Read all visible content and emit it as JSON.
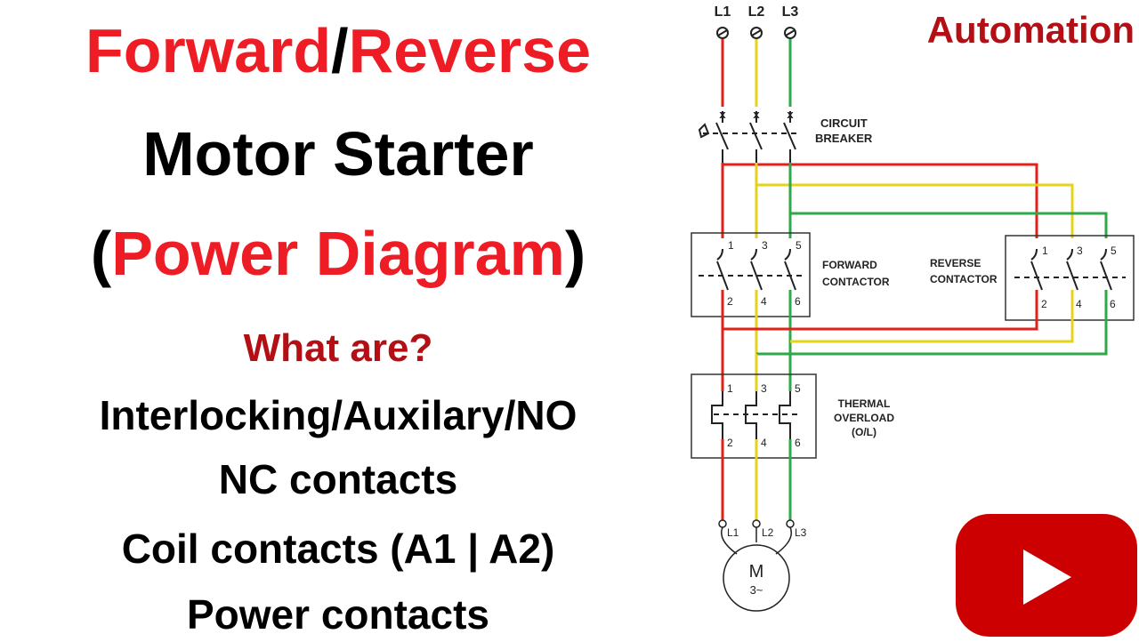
{
  "title": {
    "word_forward": "Forward",
    "slash": "/",
    "word_reverse": "Reverse",
    "line2": "Motor Starter",
    "paren_open": "(",
    "power_diagram": "Power Diagram",
    "paren_close": ")"
  },
  "subtitle": {
    "question": "What are?",
    "line1": "Interlocking/Auxilary/NO",
    "line2": "NC contacts",
    "line3": "Coil contacts (A1 | A2)",
    "line4": "Power contacts"
  },
  "brand": "Automation",
  "diagram": {
    "phases": [
      "L1",
      "L2",
      "L3"
    ],
    "circuit_breaker": [
      "CIRCUIT",
      "BREAKER"
    ],
    "forward_contactor": [
      "FORWARD",
      "CONTACTOR"
    ],
    "reverse_contactor": [
      "REVERSE",
      "CONTACTOR"
    ],
    "thermal_overload": [
      "THERMAL",
      "OVERLOAD",
      "(O/L)"
    ],
    "top_terminals": [
      "1",
      "3",
      "5"
    ],
    "bottom_terminals": [
      "2",
      "4",
      "6"
    ],
    "motor_terminals": [
      "L1",
      "L2",
      "L3"
    ],
    "motor_symbol": "M",
    "motor_phase": "3~",
    "x_marks": [
      "x",
      "x",
      "x"
    ]
  },
  "colors": {
    "phase1": "#e32119",
    "phase2": "#e6d21b",
    "phase3": "#2ea84a",
    "title_red": "#ee1c25",
    "brand_red": "#b30f14",
    "youtube_red": "#cc0000"
  },
  "icons": [
    "youtube-play-icon"
  ]
}
